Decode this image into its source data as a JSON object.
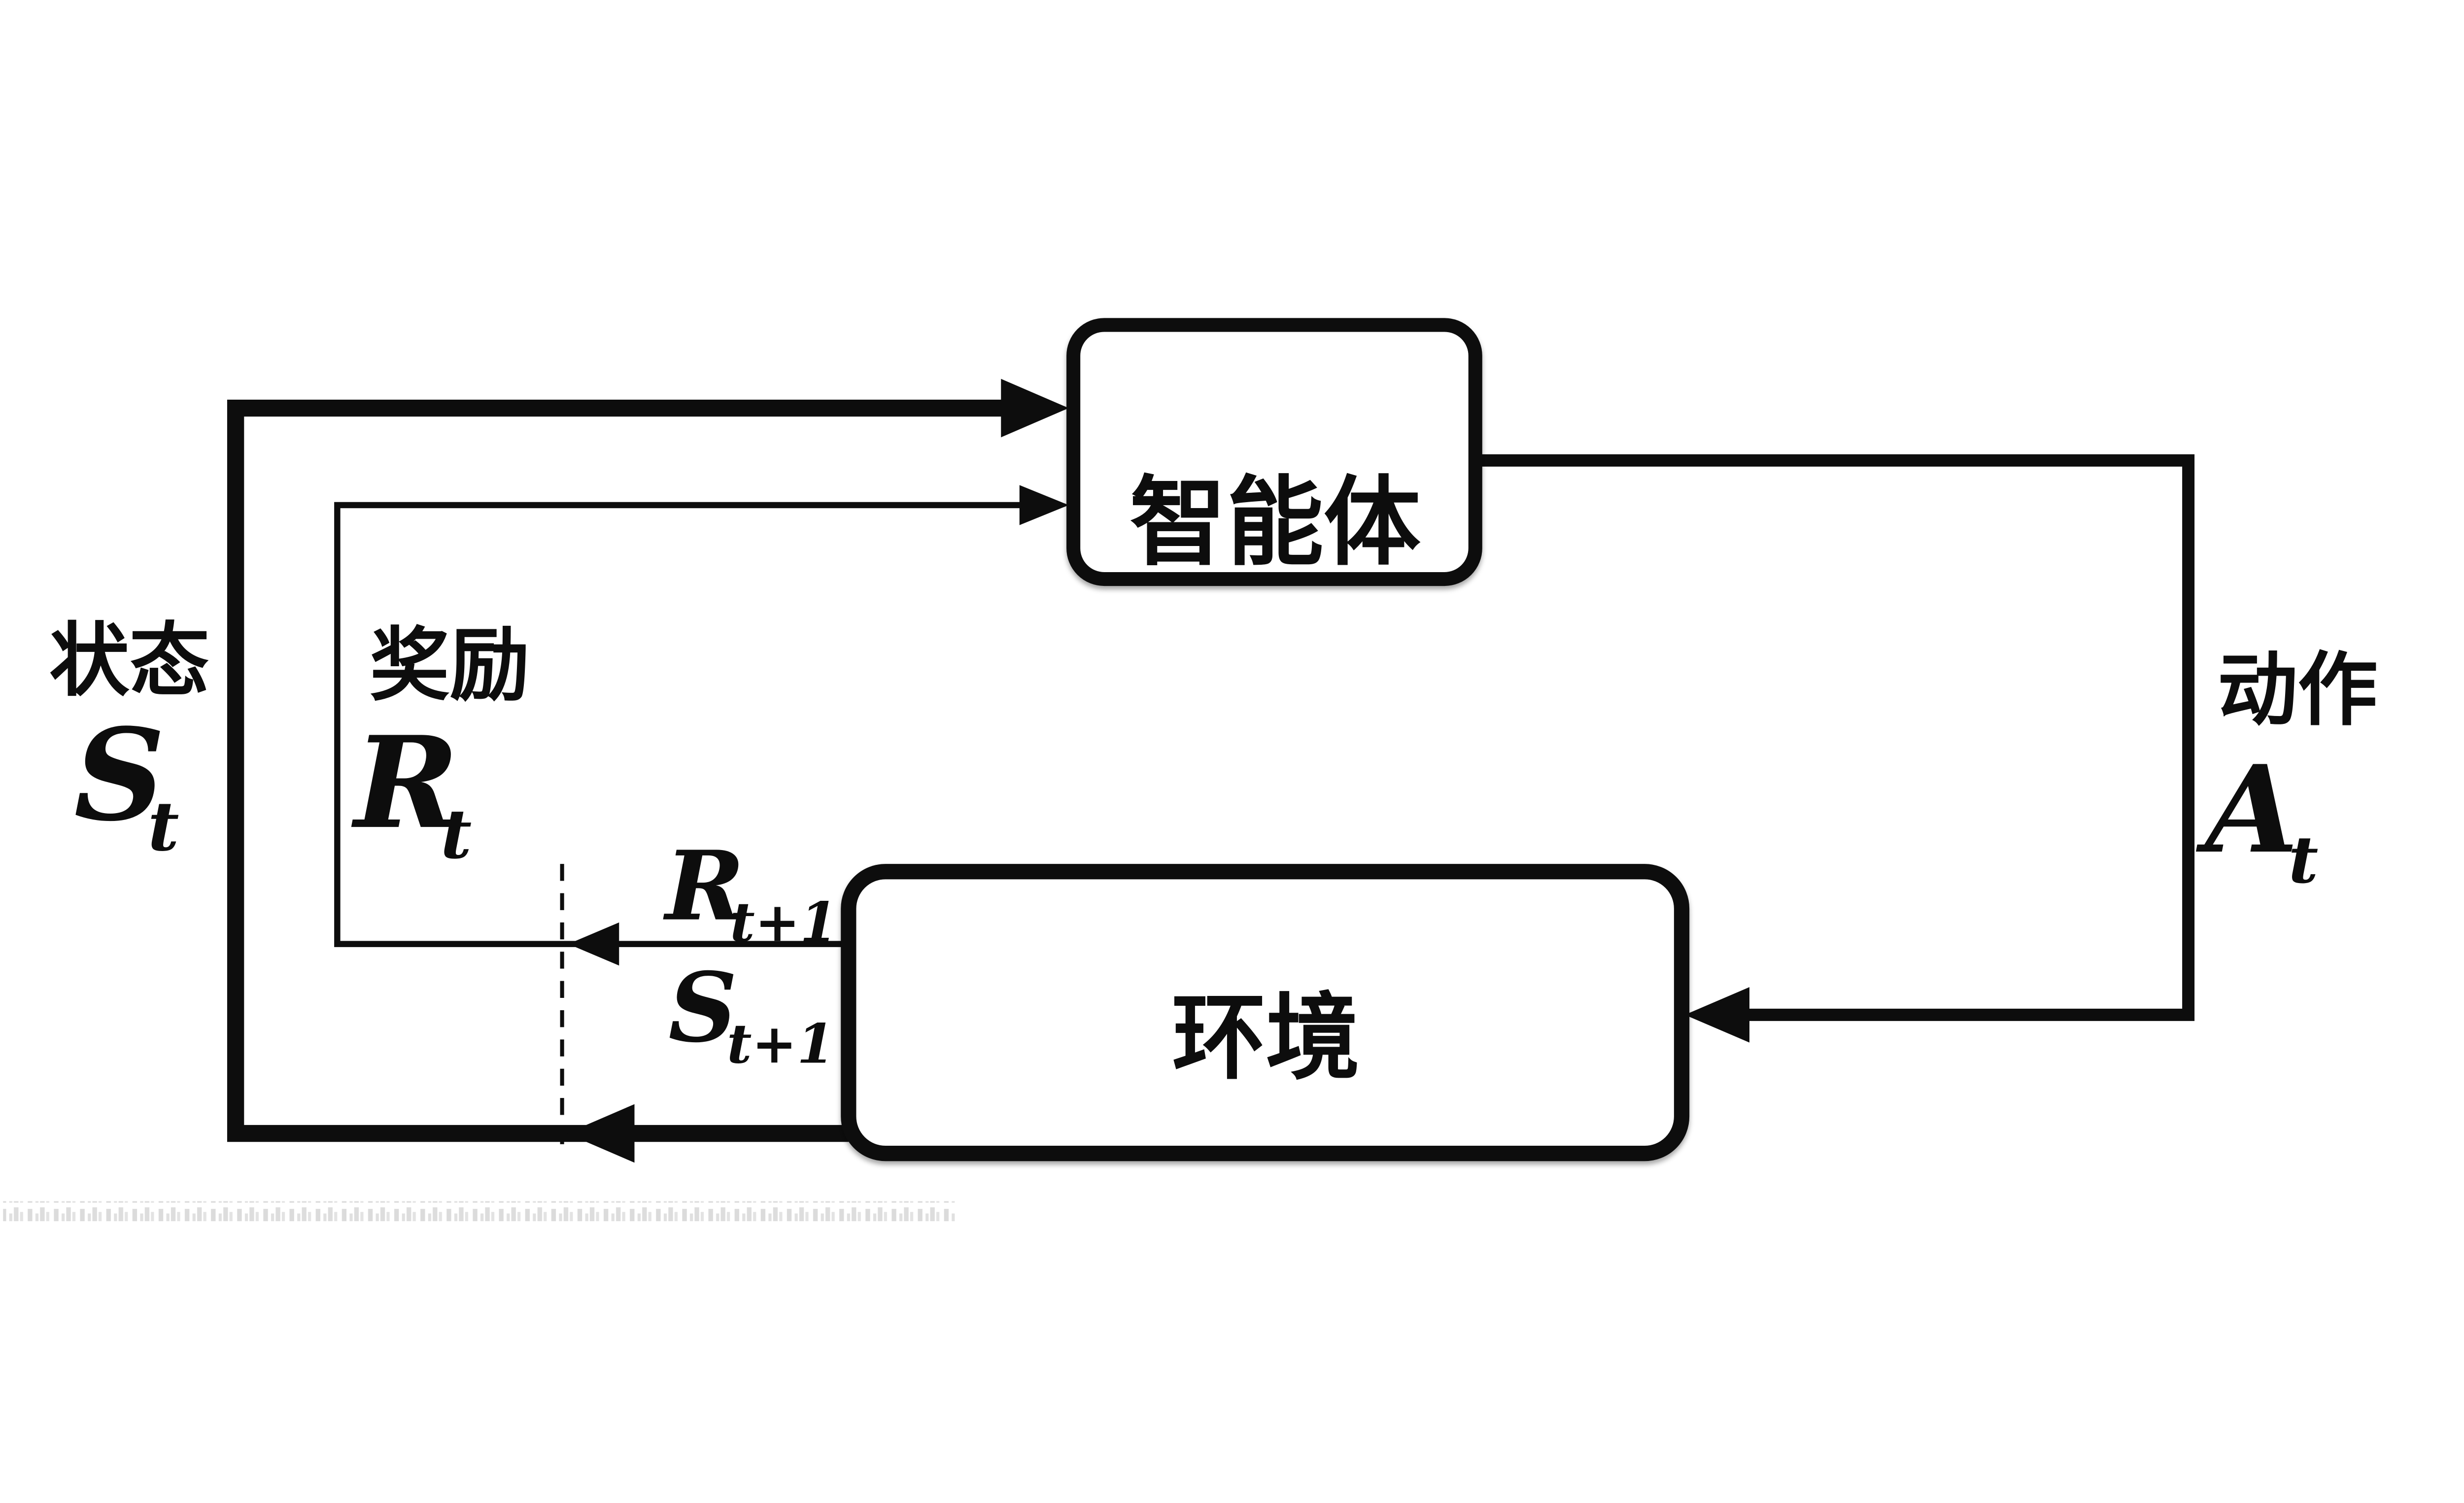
{
  "figure": {
    "type": "agent-environment-loop-diagram",
    "background": "#ffffff",
    "ink": "#0d0d0d",
    "agent": {
      "label": "智能体"
    },
    "environment": {
      "label": "环境"
    },
    "state": {
      "caption": "状态",
      "symbol": "S",
      "subscript": "t"
    },
    "reward": {
      "caption": "奖励",
      "symbol": "R",
      "subscript": "t"
    },
    "action": {
      "caption": "动作",
      "symbol": "A",
      "subscript": "t"
    },
    "next_reward": {
      "symbol": "R",
      "subscript": "t+1"
    },
    "next_state": {
      "symbol": "S",
      "subscript": "t+1"
    }
  }
}
